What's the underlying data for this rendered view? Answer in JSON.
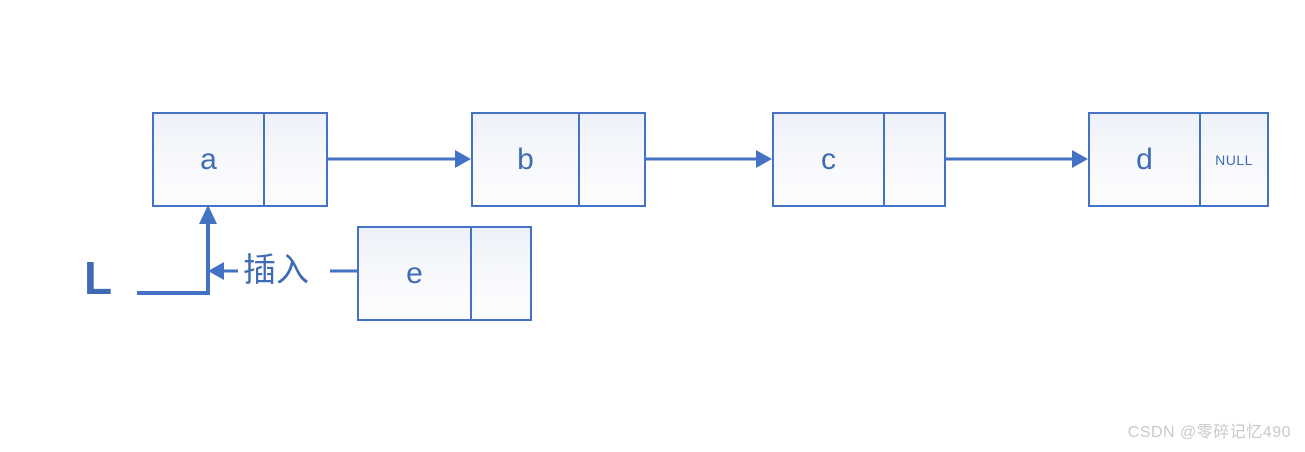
{
  "diagram": {
    "title": "Singly linked list insertion at head",
    "colors": {
      "stroke": "#4472C4",
      "text": "#3F6BB5",
      "fill_top": "#EDF0F8",
      "fill_bottom": "#FDFDFE",
      "watermark": "#c9c9c9",
      "background": "#ffffff"
    },
    "nodes": [
      {
        "id": "a",
        "data": "a",
        "pointer": ""
      },
      {
        "id": "b",
        "data": "b",
        "pointer": ""
      },
      {
        "id": "c",
        "data": "c",
        "pointer": ""
      },
      {
        "id": "d",
        "data": "d",
        "pointer": "NULL"
      },
      {
        "id": "e",
        "data": "e",
        "pointer": ""
      }
    ],
    "labels": {
      "head_pointer": "L",
      "insert": "插入"
    },
    "connections": [
      {
        "from": "a",
        "to": "b",
        "kind": "arrow"
      },
      {
        "from": "b",
        "to": "c",
        "kind": "arrow"
      },
      {
        "from": "c",
        "to": "d",
        "kind": "arrow"
      },
      {
        "from": "L",
        "to": "a",
        "kind": "elbow-arrow"
      },
      {
        "from": "e",
        "to": "L",
        "kind": "arrow-with-label",
        "label": "插入"
      }
    ]
  },
  "watermark": {
    "text": "CSDN @零碎记忆490"
  }
}
